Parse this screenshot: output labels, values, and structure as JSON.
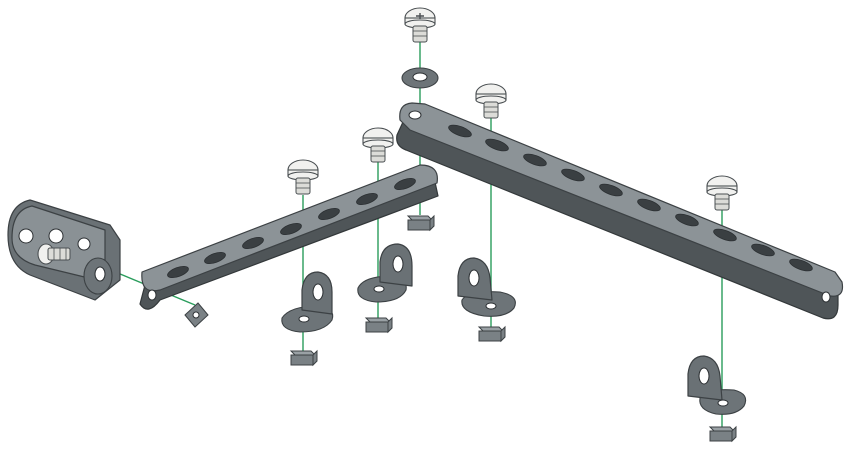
{
  "diagram": {
    "parts": {
      "left_bracket": "bracket",
      "short_strip": "strip",
      "long_strip": "strip",
      "screws": "screw",
      "nuts": "square-nut",
      "washers": "washer",
      "lugs": "lug"
    },
    "colors": {
      "axis": "#2a9d5c",
      "metal": "#6d7478",
      "screw": "#f1f1ef",
      "background": "#ffffff"
    }
  }
}
